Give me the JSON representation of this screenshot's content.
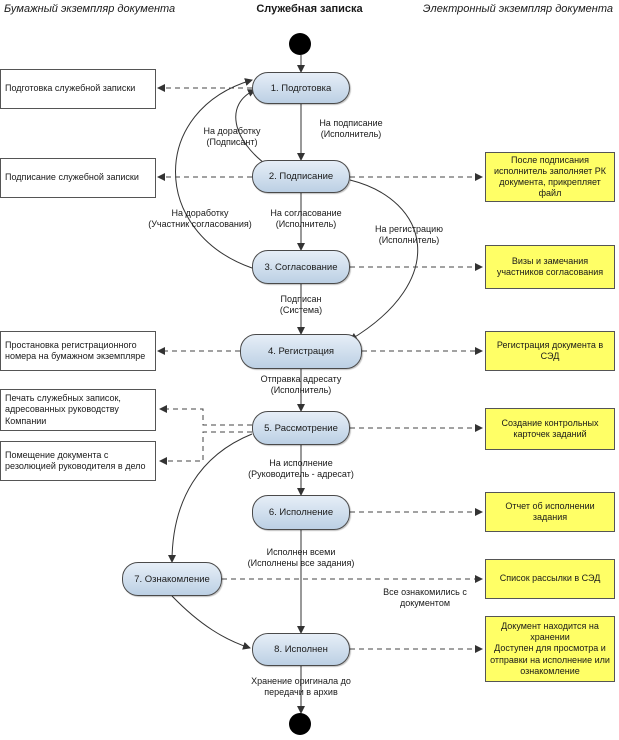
{
  "header": {
    "left": "Бумажный экземпляр документа",
    "center": "Служебная записка",
    "right": "Электронный экземпляр документа"
  },
  "states": {
    "s1": "1. Подготовка",
    "s2": "2. Подписание",
    "s3": "3. Согласование",
    "s4": "4. Регистрация",
    "s5": "5. Рассмотрение",
    "s6": "6. Исполнение",
    "s7": "7. Ознакомление",
    "s8": "8. Исполнен"
  },
  "paper": {
    "p1": "Подготовка служебной записки",
    "p2": "Подписание служебной записки",
    "p3": "Простановка регистрационного номера на бумажном экземпляре",
    "p4": "Печать служебных записок, адресованных руководству Компании",
    "p5": "Помещение документа с резолюцией руководителя в дело"
  },
  "electronic": {
    "e1": "После подписания исполнитель заполняет РК документа, прикрепляет файл",
    "e2": "Визы и замечания участников согласования",
    "e3": "Регистрация документа в СЭД",
    "e4": "Создание контрольных карточек заданий",
    "e5": "Отчет об исполнении задания",
    "e6": "Список рассылки в СЭД",
    "e7": "Документ находится на хранении\nДоступен для просмотра и отправки на исполнение или ознакомление"
  },
  "transitions": {
    "t_sign": "На подписание\n(Исполнитель)",
    "t_rework1": "На доработку\n(Подписант)",
    "t_rework2": "На доработку\n(Участник согласования)",
    "t_approve": "На согласование\n(Исполнитель)",
    "t_register": "На регистрацию\n(Исполнитель)",
    "t_signed": "Подписан\n(Система)",
    "t_send": "Отправка адресату\n(Исполнитель)",
    "t_execute": "На исполнение\n(Руководитель - адресат)",
    "t_done_all": "Исполнен всеми\n(Исполнены все задания)",
    "t_all_read": "Все ознакомились с\nдокументом",
    "t_archive": "Хранение оригинала до\nпередачи в архив"
  },
  "colors": {
    "state_fill": "#c9d9ea",
    "electronic_fill": "#ffff66",
    "paper_fill": "#ffffff",
    "line": "#333333"
  }
}
